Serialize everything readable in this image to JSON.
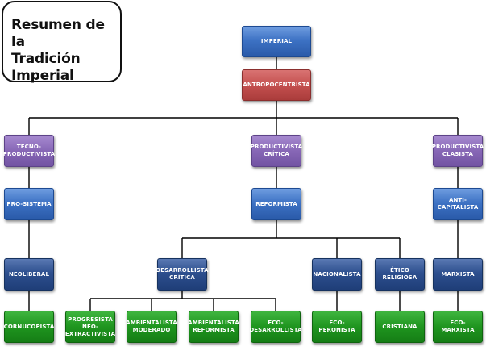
{
  "title": [
    "Resumen de la",
    "Tradición",
    "Imperial"
  ],
  "nodes": {
    "imperial": "IMPERIAL",
    "antropocentrista": "ANTROPOCENTRISTA",
    "tecno_productivista": "TECNO-\nPRODUCTIVISTA",
    "productivista_critica": "PRODUCTIVISTA\nCRÍTICA",
    "productivista_clasista": "PRODUCTIVISTA\nCLASISTA",
    "pro_sistema": "PRO-SISTEMA",
    "reformista": "REFORMISTA",
    "anti_capitalista": "ANTI-\nCAPITALISTA",
    "neoliberal": "NEOLIBERAL",
    "desarrollista_critica": "DESARROLLISTA\nCRÍTICA",
    "nacionalista": "NACIONALISTA",
    "etico_religiosa": "ÉTICO\nRELIGIOSA",
    "marxista": "MARXISTA",
    "cornucopista": "CORNUCOPISTA",
    "progresista": "PROGRESISTA\nNEO-\nEXTRACTIVISTA",
    "ambientalista_moderado": "AMBIENTALISTA\nMODERADO",
    "ambientalista_reformista": "AMBIENTALISTA\nREFORMISTA",
    "eco_desarrollista": "ECO-\nDESARROLLISTA",
    "eco_peronista": "ECO-PERONISTA",
    "cristiana": "CRISTIANA",
    "eco_marxista": "ECO-MARXISTA"
  },
  "colors": {
    "level_imperial": "#3d72c4",
    "level_antropocentrista": "#c4504f",
    "level_tradition": "#8767b6",
    "level_stance": "#3d72c4",
    "level_current": "#2d4f8e",
    "level_leaf": "#1f951f"
  }
}
